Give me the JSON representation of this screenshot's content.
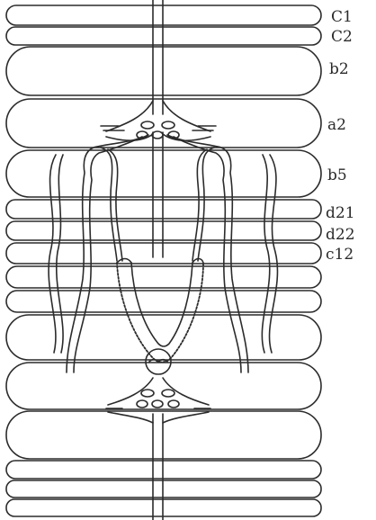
{
  "figure": {
    "segment_labels": [
      {
        "id": "c1",
        "text": "C1"
      },
      {
        "id": "c2",
        "text": "C2"
      },
      {
        "id": "b2",
        "text": "b2"
      },
      {
        "id": "a2",
        "text": "a2"
      },
      {
        "id": "b5",
        "text": "b5"
      },
      {
        "id": "d21",
        "text": "d21"
      },
      {
        "id": "d22",
        "text": "d22"
      },
      {
        "id": "c12",
        "text": "c12"
      }
    ],
    "colors": {
      "ink": "#2b2b2b",
      "paper": "#ffffff"
    }
  }
}
